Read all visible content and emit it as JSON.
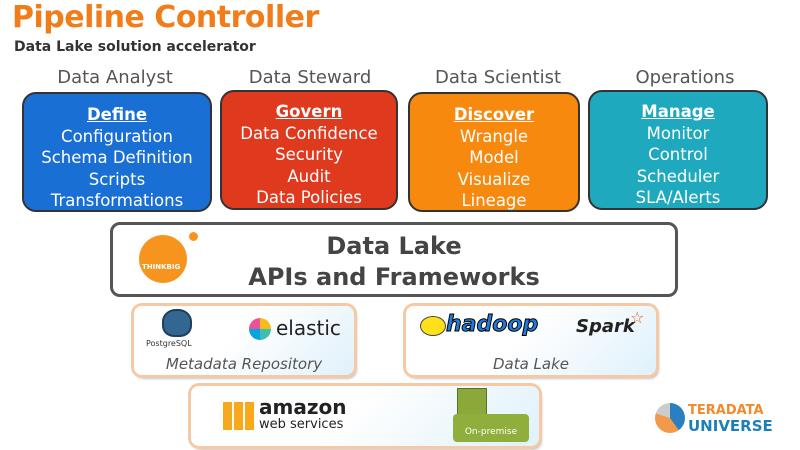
{
  "title": "Pipeline Controller",
  "subtitle": "Data Lake solution accelerator",
  "colors": {
    "title": "#f07d1a",
    "analyst": "#1a6fd4",
    "steward": "#e03a1e",
    "scientist": "#f7890f",
    "operations": "#1fa9be"
  },
  "roles": [
    {
      "role": "Data Analyst",
      "heading": "Define",
      "items": [
        "Configuration",
        "Schema Definition",
        "Scripts",
        "Transformations"
      ]
    },
    {
      "role": "Data Steward",
      "heading": "Govern",
      "items": [
        "Data Confidence",
        "Security",
        "Audit",
        "Data Policies"
      ]
    },
    {
      "role": "Data Scientist",
      "heading": "Discover",
      "items": [
        "Wrangle",
        "Model",
        "Visualize",
        "Lineage"
      ]
    },
    {
      "role": "Operations",
      "heading": "Manage",
      "items": [
        "Monitor",
        "Control",
        "Scheduler",
        "SLA/Alerts"
      ]
    }
  ],
  "lake": {
    "line1": "Data Lake",
    "line2": "APIs and Frameworks",
    "logo": "THINKBIG"
  },
  "metadata": {
    "caption": "Metadata Repository",
    "postgres": "PostgreSQL",
    "elastic": "elastic"
  },
  "datalake": {
    "caption": "Data Lake",
    "hadoop": "hadoop",
    "spark": "Spark"
  },
  "infra": {
    "amazon": "amazon",
    "webservices": "web services",
    "onprem": "On-premise"
  },
  "brand": {
    "line1": "TERADATA",
    "line2": "UNIVERSE"
  }
}
